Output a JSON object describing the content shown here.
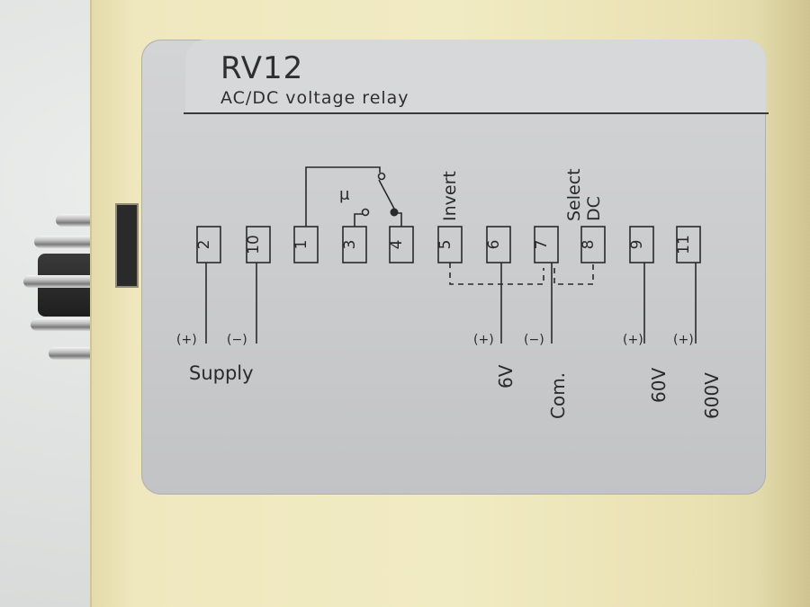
{
  "plate": {
    "model": "RV12",
    "subtitle": "AC/DC voltage relay"
  },
  "terminals": [
    {
      "num": "2"
    },
    {
      "num": "10"
    },
    {
      "num": "1"
    },
    {
      "num": "3"
    },
    {
      "num": "4"
    },
    {
      "num": "5"
    },
    {
      "num": "6"
    },
    {
      "num": "7"
    },
    {
      "num": "8"
    },
    {
      "num": "9"
    },
    {
      "num": "11"
    }
  ],
  "labels": {
    "mu": "μ",
    "invert": "Invert",
    "select": "Select",
    "dc": "DC",
    "plus": "(+)",
    "minus": "(−)",
    "supply": "Supply",
    "v6": "6V",
    "com": "Com.",
    "v60": "60V",
    "v600": "600V"
  }
}
